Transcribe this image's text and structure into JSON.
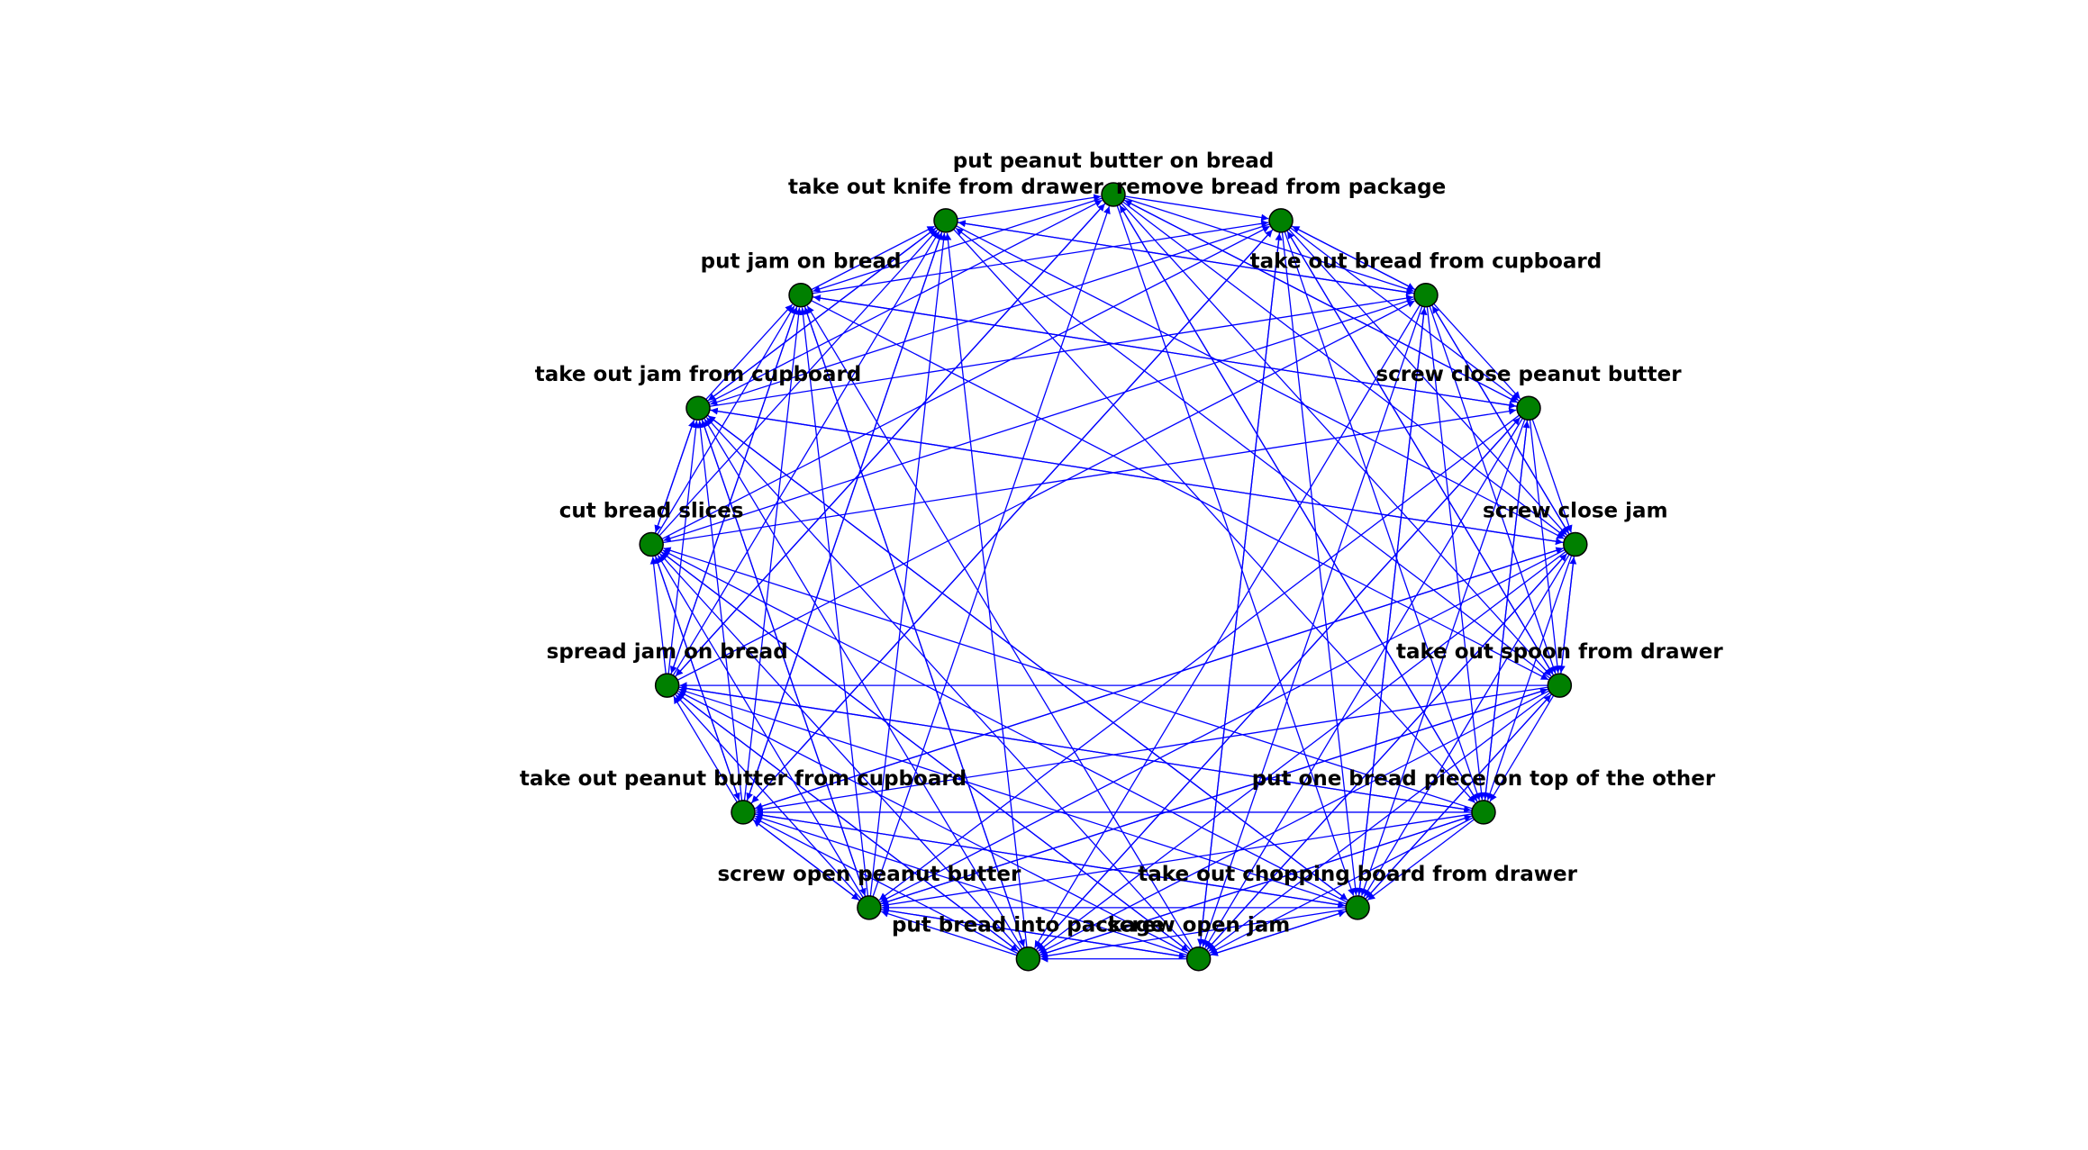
{
  "graph": {
    "node_color": "#008000",
    "node_border_color": "#000000",
    "edge_color": "#0000ff",
    "label_color": "#000000",
    "directed": true,
    "nodes": [
      {
        "id": "n0",
        "label": "put peanut butter on bread"
      },
      {
        "id": "n1",
        "label": "remove bread from package"
      },
      {
        "id": "n2",
        "label": "take out bread from cupboard"
      },
      {
        "id": "n3",
        "label": "screw close peanut butter"
      },
      {
        "id": "n4",
        "label": "screw close jam"
      },
      {
        "id": "n5",
        "label": "take out spoon from drawer"
      },
      {
        "id": "n6",
        "label": "put one bread piece on top of the other"
      },
      {
        "id": "n7",
        "label": "take out chopping board from drawer"
      },
      {
        "id": "n8",
        "label": "screw open jam"
      },
      {
        "id": "n9",
        "label": "put bread into package"
      },
      {
        "id": "n10",
        "label": "screw open peanut butter"
      },
      {
        "id": "n11",
        "label": "take out peanut butter from cupboard"
      },
      {
        "id": "n12",
        "label": "spread jam on bread"
      },
      {
        "id": "n13",
        "label": "cut bread slices"
      },
      {
        "id": "n14",
        "label": "take out jam from cupboard"
      },
      {
        "id": "n15",
        "label": "put jam on bread"
      },
      {
        "id": "n16",
        "label": "take out knife from drawer"
      }
    ]
  }
}
